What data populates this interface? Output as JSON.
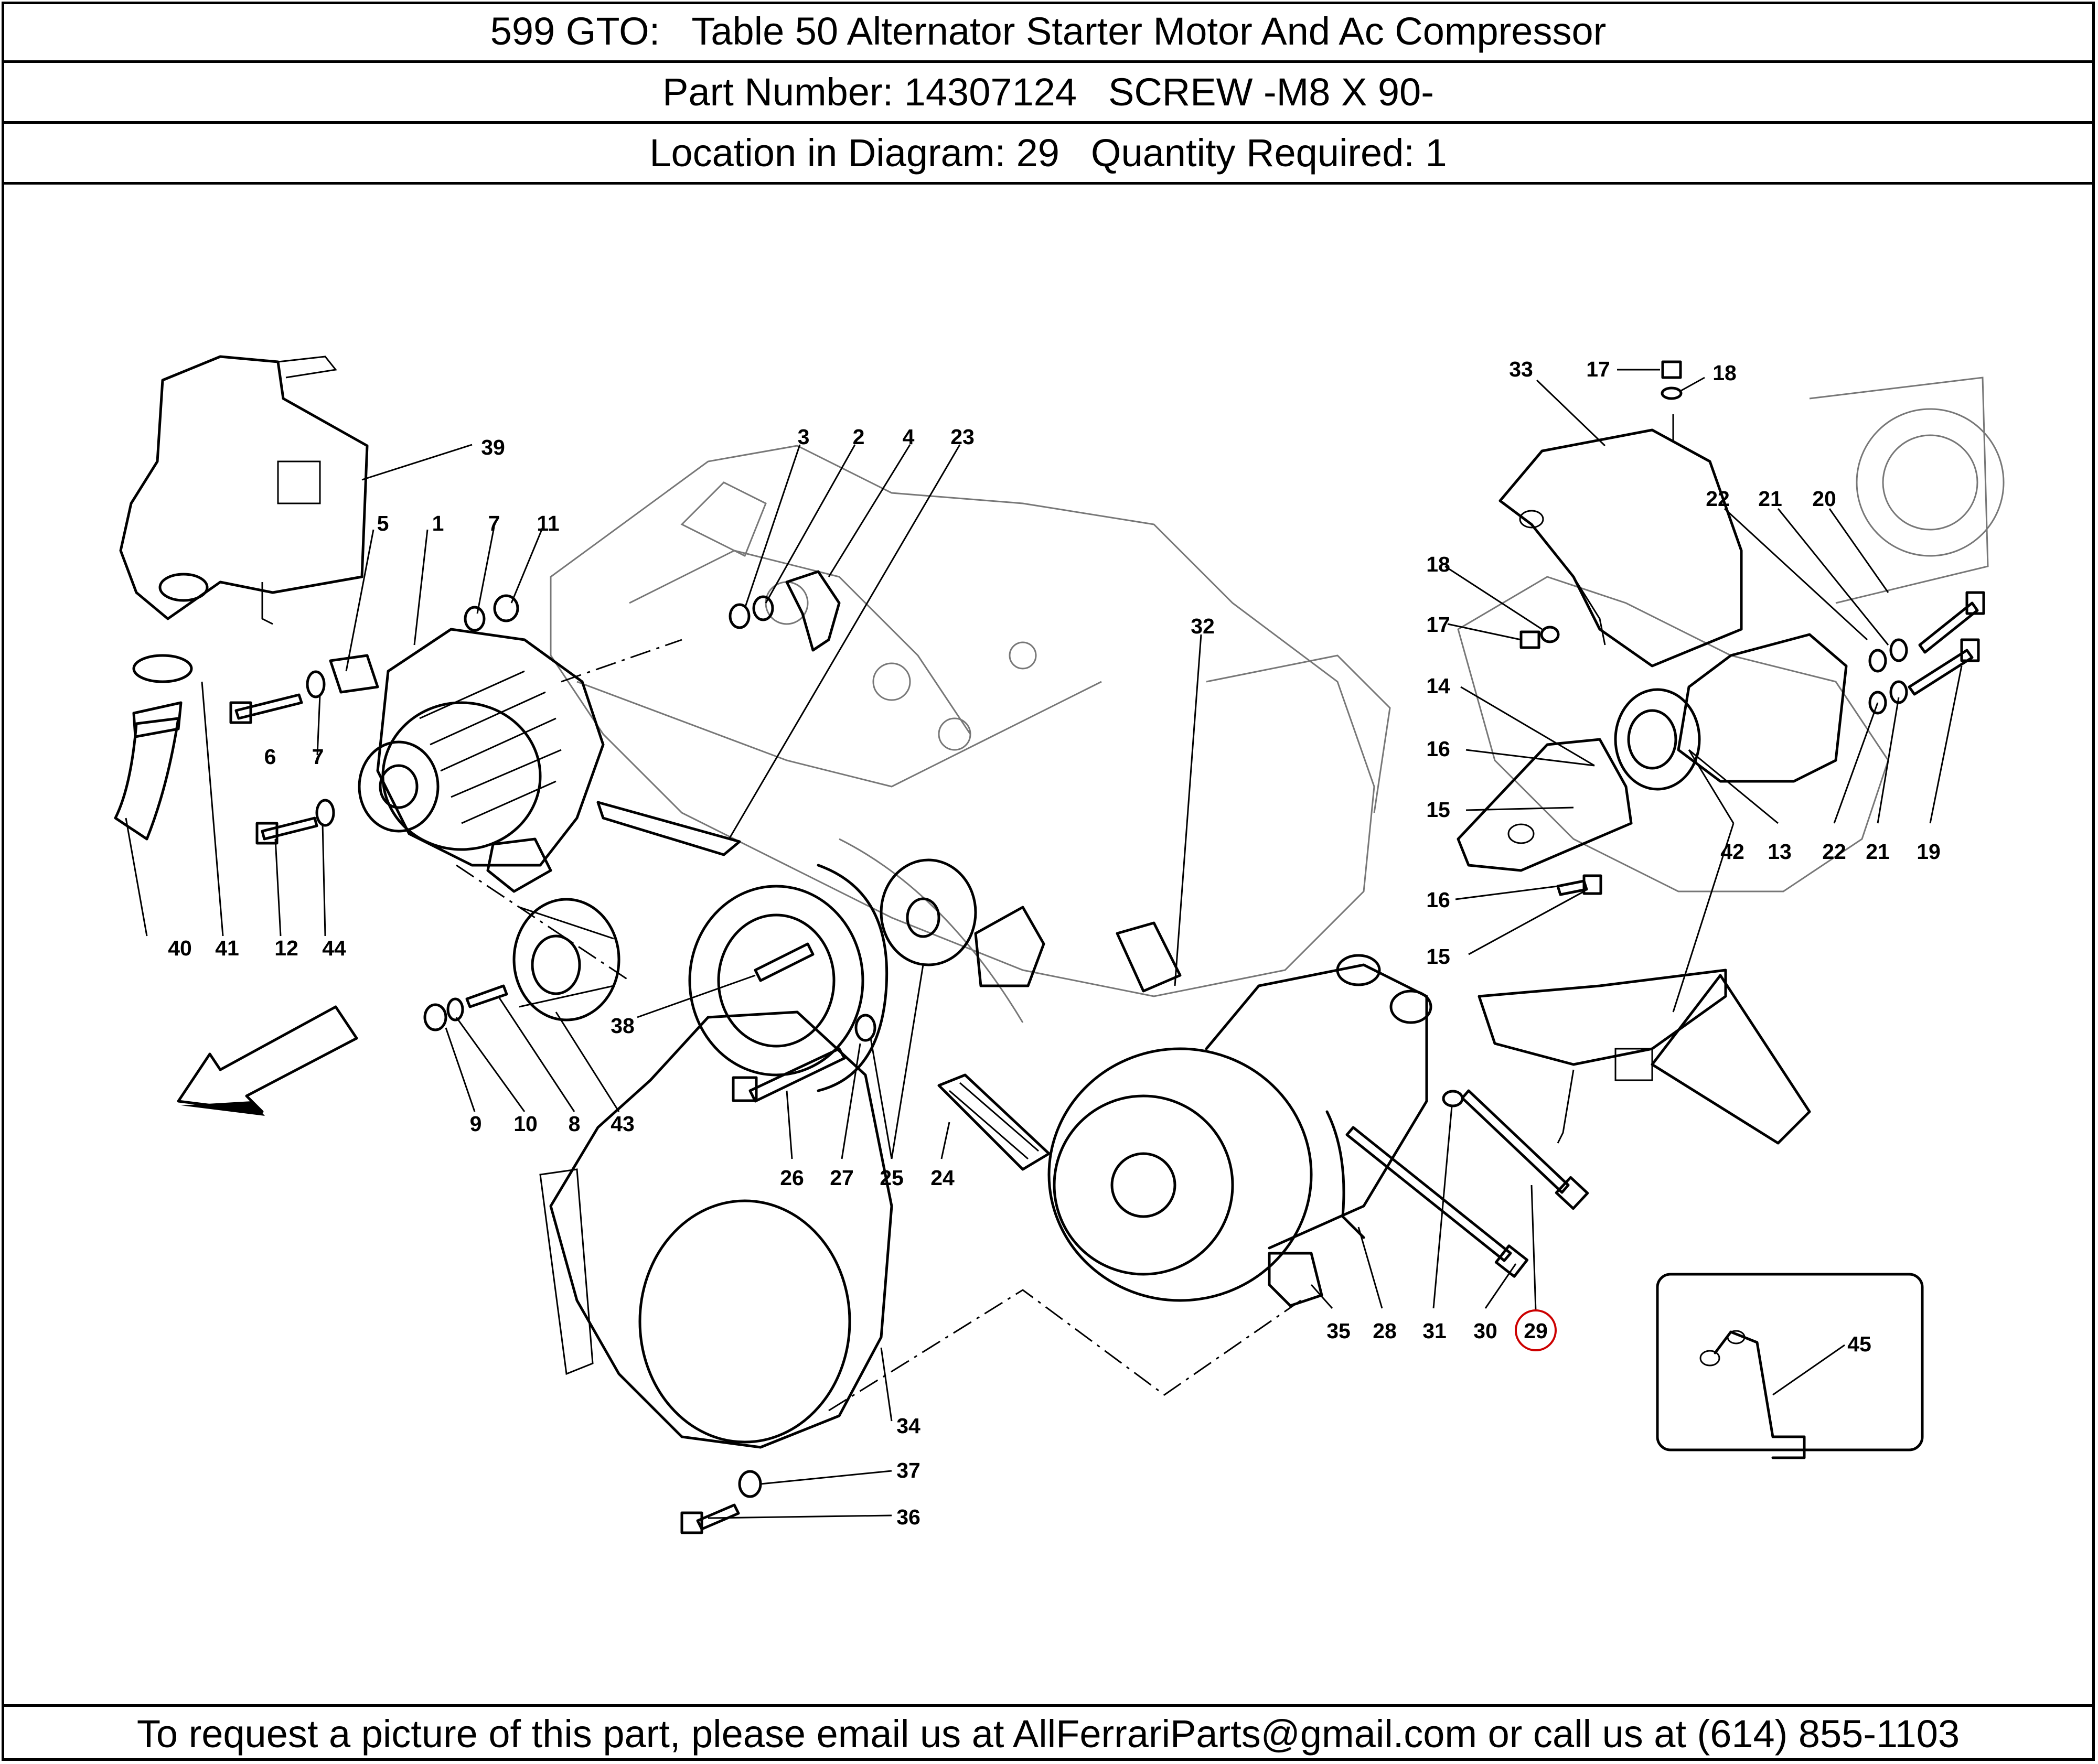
{
  "header": {
    "model": "599 GTO:",
    "table": "Table 50 Alternator Starter Motor And Ac Compressor",
    "part_number_label": "Part Number: 14307124",
    "part_description": "SCREW -M8 X 90-",
    "location_label": "Location in Diagram: 29",
    "quantity_label": "Quantity Required: 1"
  },
  "diagram": {
    "highlighted_callout": "29",
    "highlight_color": "#cc0000",
    "callouts": [
      "1",
      "2",
      "3",
      "4",
      "5",
      "6",
      "7",
      "7",
      "8",
      "9",
      "10",
      "11",
      "12",
      "13",
      "14",
      "15",
      "15",
      "16",
      "16",
      "17",
      "17",
      "18",
      "18",
      "19",
      "20",
      "21",
      "21",
      "22",
      "22",
      "23",
      "24",
      "25",
      "26",
      "27",
      "28",
      "29",
      "30",
      "31",
      "32",
      "33",
      "34",
      "35",
      "36",
      "37",
      "38",
      "39",
      "40",
      "41",
      "42",
      "43",
      "44",
      "45"
    ]
  },
  "footer": {
    "text": "To request a picture of this part, please email us at AllFerrariParts@gmail.com or call us at (614) 855-1103"
  }
}
